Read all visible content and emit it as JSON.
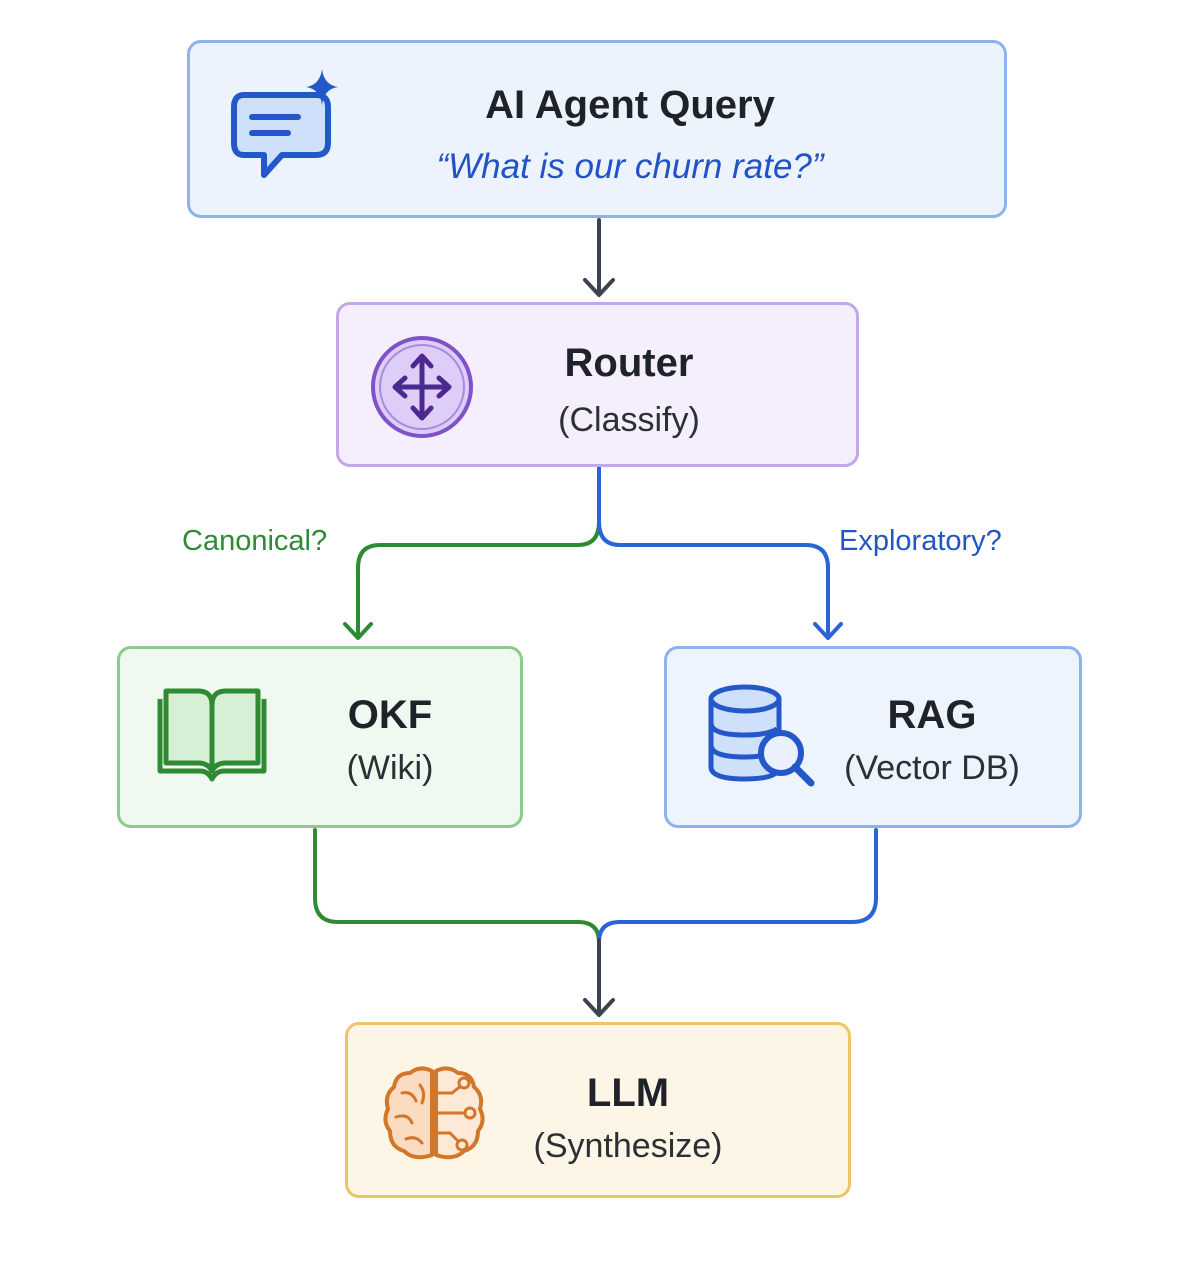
{
  "nodes": {
    "query": {
      "title": "AI Agent Query",
      "subtitle": "“What is our churn rate?”",
      "icon": "chat-sparkle-icon"
    },
    "router": {
      "title": "Router",
      "subtitle": "(Classify)",
      "icon": "router-arrows-icon"
    },
    "okf": {
      "title": "OKF",
      "subtitle": "(Wiki)",
      "icon": "open-book-icon"
    },
    "rag": {
      "title": "RAG",
      "subtitle": "(Vector DB)",
      "icon": "database-search-icon"
    },
    "llm": {
      "title": "LLM",
      "subtitle": "(Synthesize)",
      "icon": "brain-circuit-icon"
    }
  },
  "edge_labels": {
    "canonical": "Canonical?",
    "exploratory": "Exploratory?"
  },
  "colors": {
    "query": "#8db2ee",
    "router": "#c2a7ec",
    "okf": "#8ccb8c",
    "rag": "#8db2ee",
    "llm": "#f0c36a",
    "canonical_path": "#2f8a34",
    "exploratory_path": "#2a64d6",
    "neutral_path": "#3c4350"
  }
}
